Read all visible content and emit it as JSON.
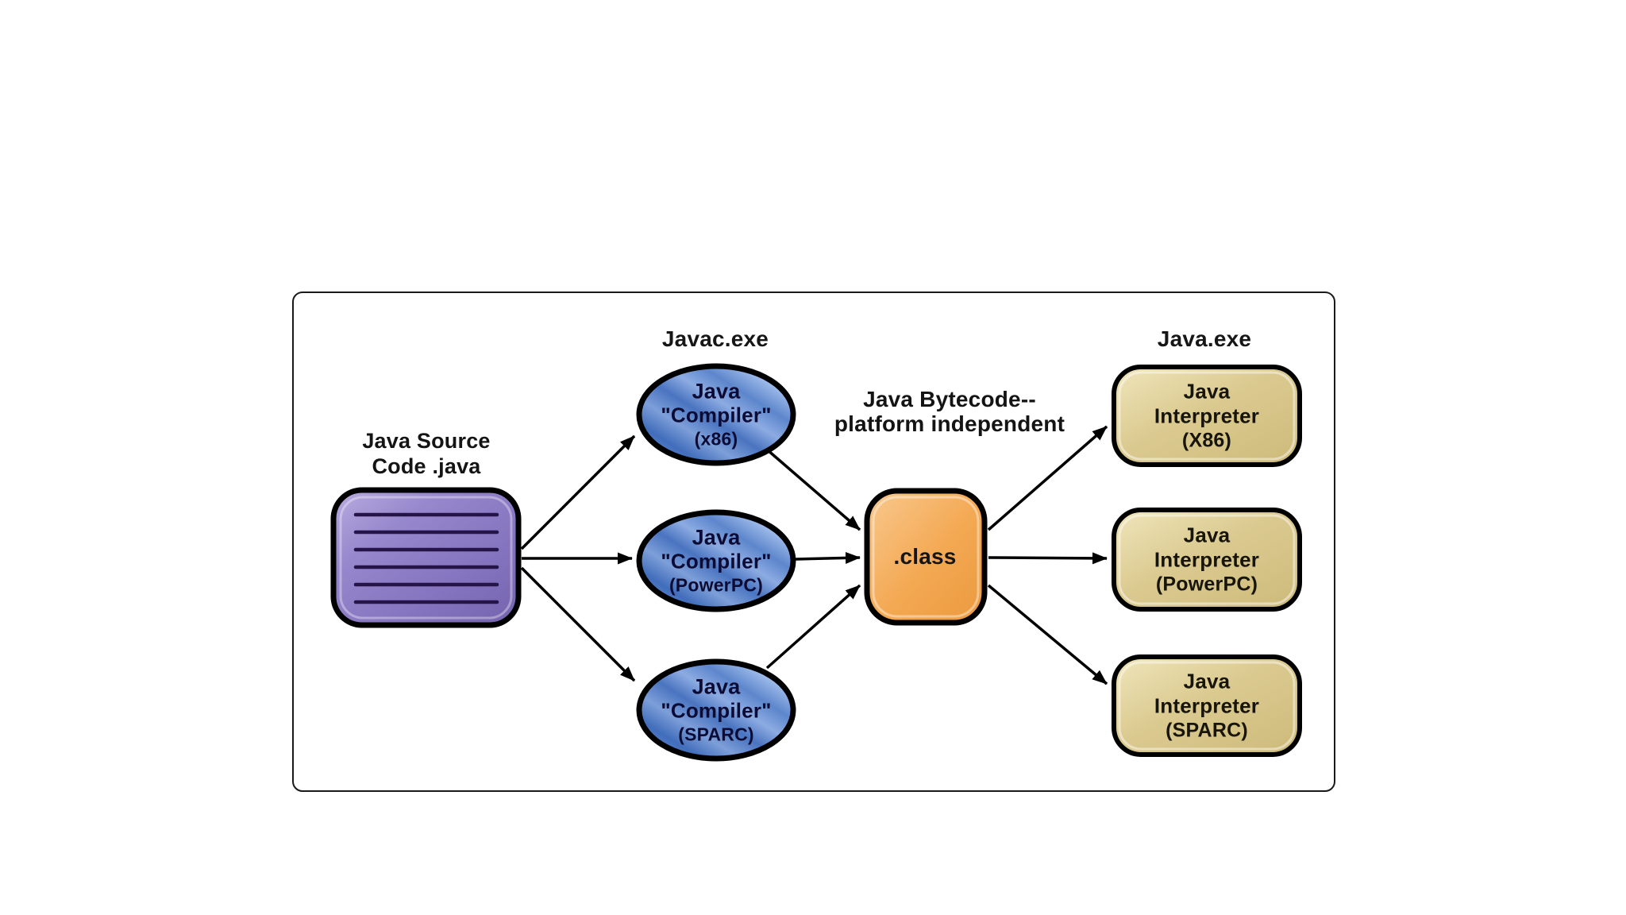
{
  "diagram": {
    "source_node": {
      "label_line1": "Java Source",
      "label_line2": "Code .java"
    },
    "compiler_section": {
      "title": "Javac.exe",
      "nodes": [
        {
          "line1": "Java",
          "line2": "\"Compiler\"",
          "line3": "(x86)"
        },
        {
          "line1": "Java",
          "line2": "\"Compiler\"",
          "line3": "(PowerPC)"
        },
        {
          "line1": "Java",
          "line2": "\"Compiler\"",
          "line3": "(SPARC)"
        }
      ]
    },
    "bytecode_annotation": {
      "line1": "Java Bytecode--",
      "line2": "platform independent"
    },
    "class_node": {
      "label": ".class"
    },
    "interpreter_section": {
      "title": "Java.exe",
      "nodes": [
        {
          "line1": "Java",
          "line2": "Interpreter",
          "line3": "(X86)"
        },
        {
          "line1": "Java",
          "line2": "Interpreter",
          "line3": "(PowerPC)"
        },
        {
          "line1": "Java",
          "line2": "Interpreter",
          "line3": "(SPARC)"
        }
      ]
    },
    "colors": {
      "background": "#ffffff",
      "frame_border": "#1a1a1a",
      "source_fill": "#8d7cc6",
      "source_code_lines": "#241447",
      "compiler_fill_dark": "#3b63ad",
      "compiler_fill_light": "#9ab8e8",
      "class_fill": "#f2a54f",
      "interpreter_fill": "#d9c88e",
      "node_outline": "#000000",
      "arrow": "#000000",
      "text_dark_navy": "#0b0b33"
    }
  }
}
